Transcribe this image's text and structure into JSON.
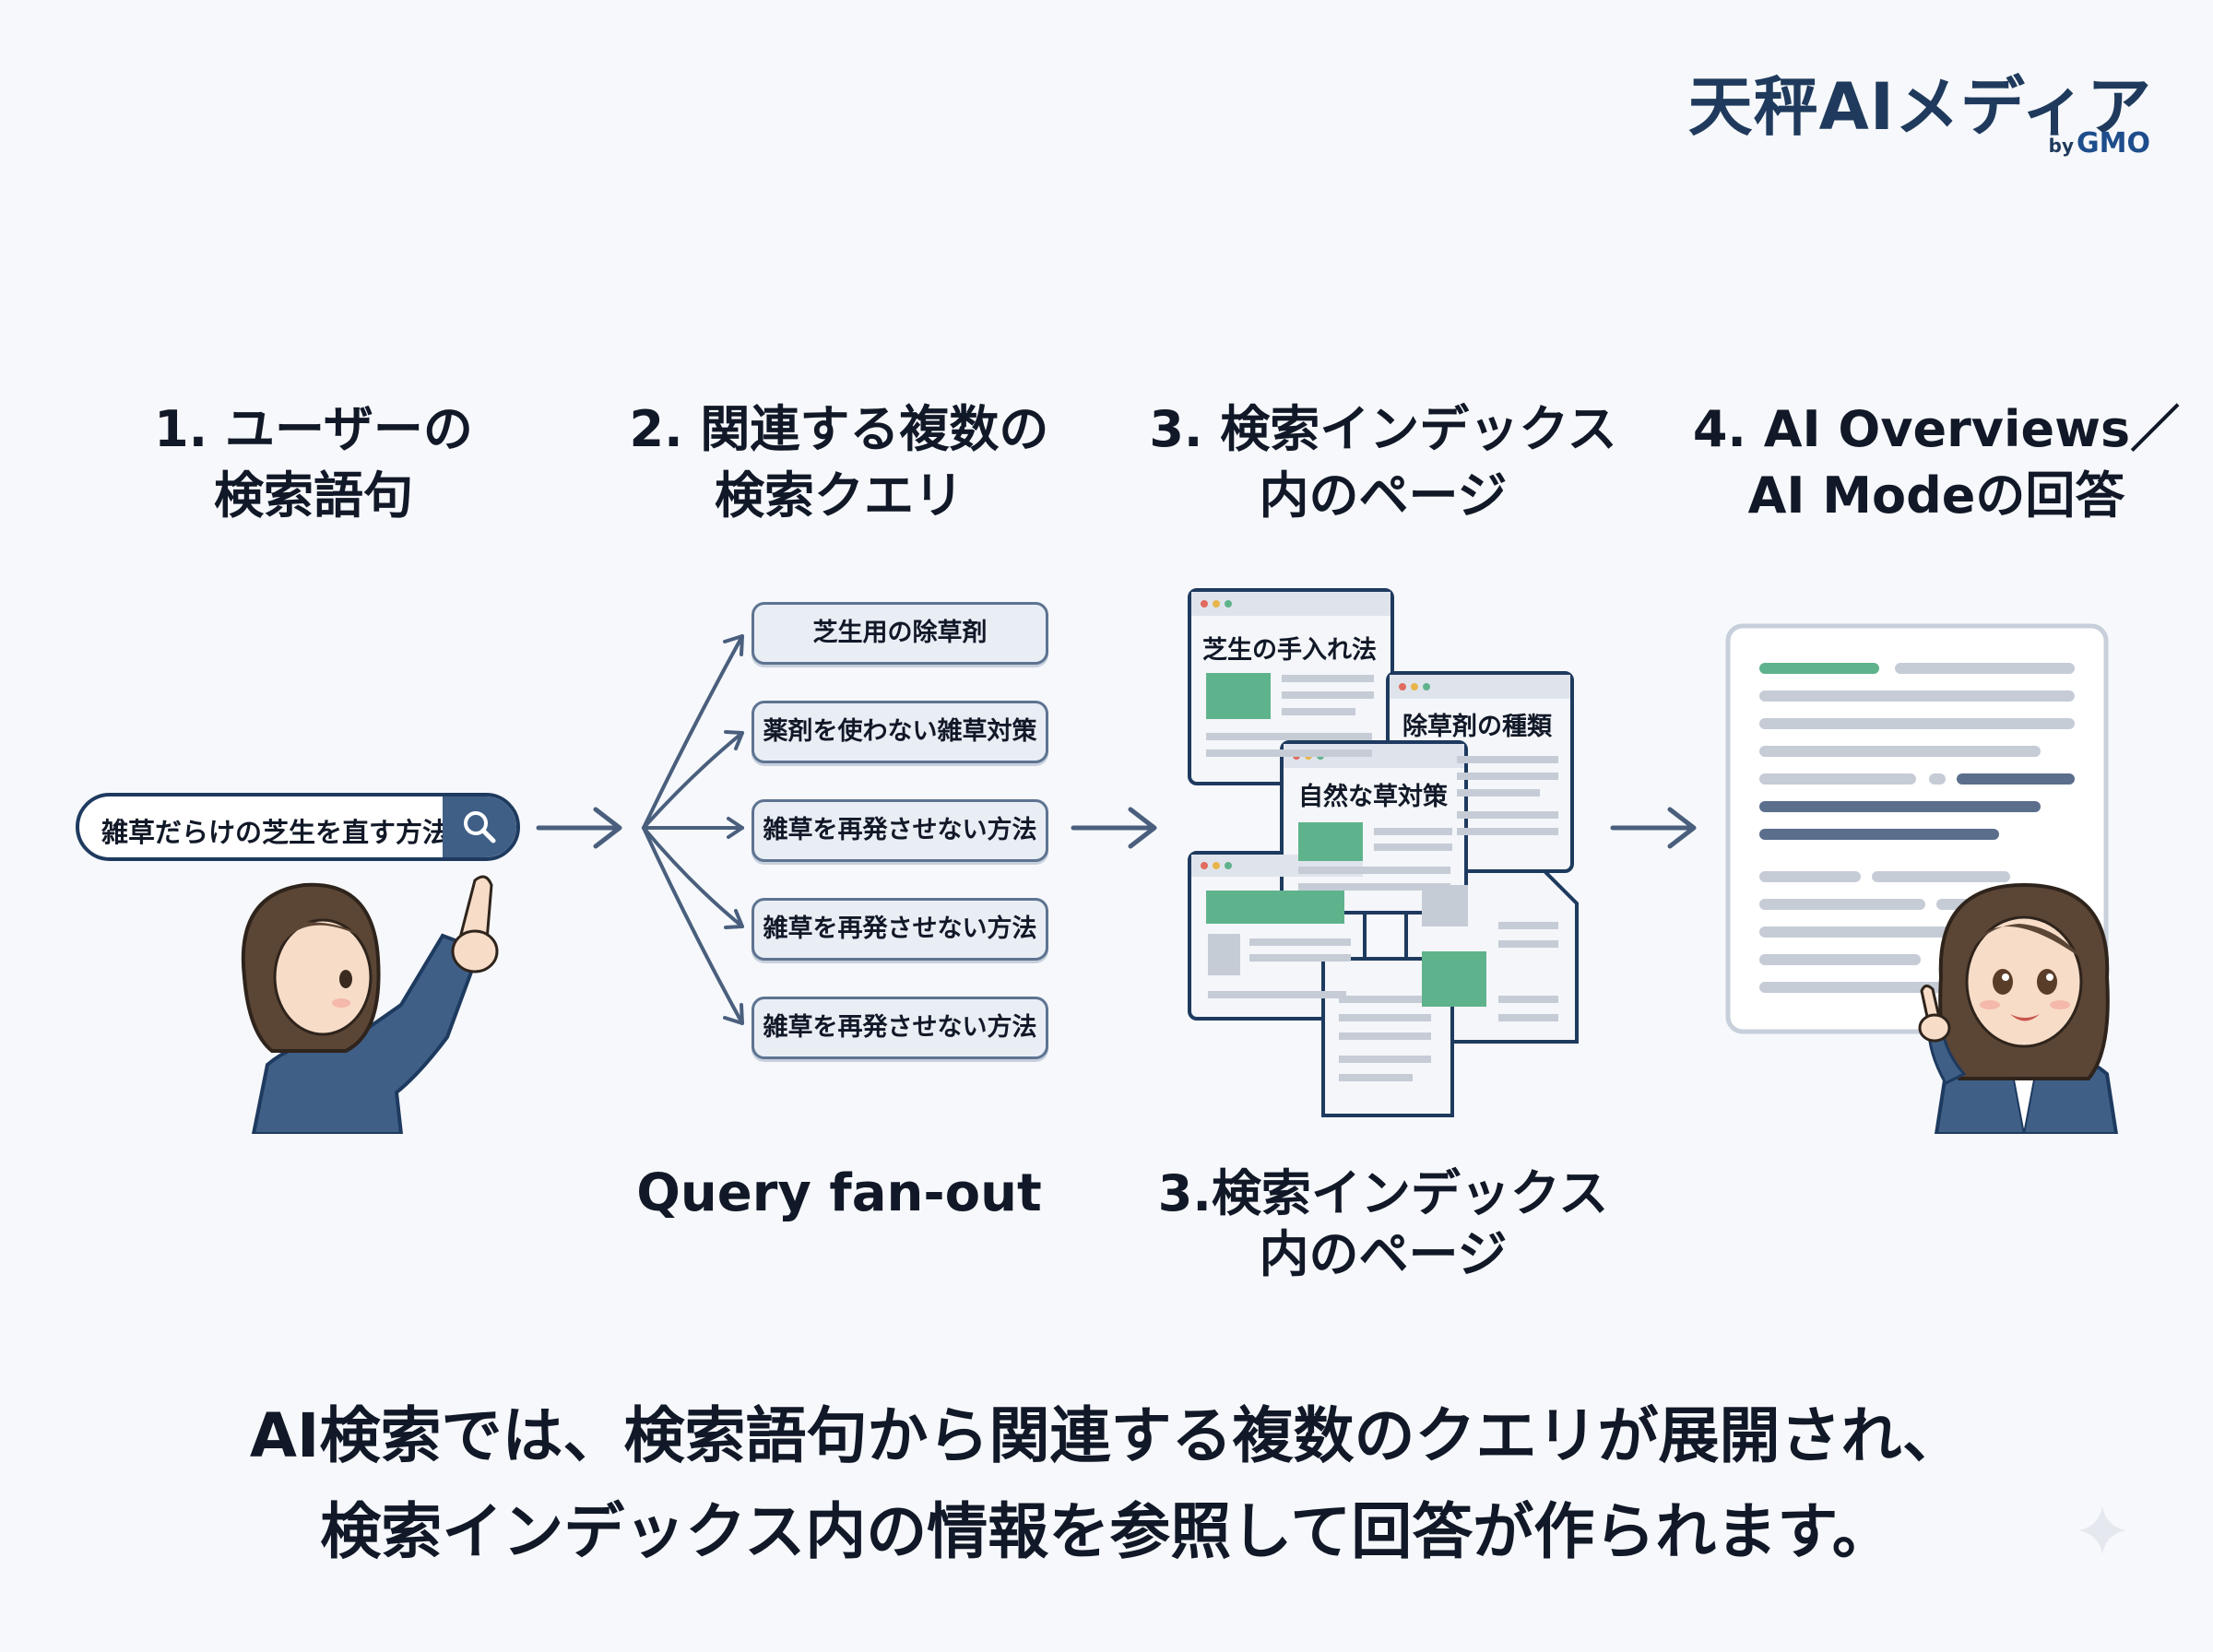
{
  "brand": {
    "title": "天秤AIメディア",
    "by_prefix": "by",
    "by_name": "GMO"
  },
  "steps": {
    "s1": {
      "line1": "1. ユーザーの",
      "line2": "検索語句"
    },
    "s2": {
      "line1": "2. 関連する複数の",
      "line2": "検索クエリ"
    },
    "s3": {
      "line1": "3. 検索インデックス",
      "line2": "内のページ"
    },
    "s4": {
      "line1": "4. AI Overviews／",
      "line2": "AI Modeの回答"
    }
  },
  "search": {
    "query": "雑草だらけの芝生を直す方法",
    "icon": "search-icon"
  },
  "queries": [
    "芝生用の除草剤",
    "薬剤を使わない雑草対策",
    "雑草を再発させない方法",
    "雑草を再発させない方法",
    "雑草を再発させない方法"
  ],
  "pages": {
    "p1": "芝生の手入れ法",
    "p2": "除草剤の種類",
    "p3": "自然な草対策"
  },
  "captions": {
    "fanout": "Query fan-out",
    "index_line1": "3.検索インデックス",
    "index_line2": "内のページ"
  },
  "summary": {
    "line1": "AI検索では、検索語句から関連する複数のクエリが展開され、",
    "line2": "検索インデックス内の情報を参照して回答が作られます。"
  },
  "colors": {
    "navy": "#1e3a5f",
    "slate": "#5d7391",
    "accent_green": "#5fb38c",
    "line_gray": "#cfd5de",
    "background": "#f6f8fb"
  }
}
